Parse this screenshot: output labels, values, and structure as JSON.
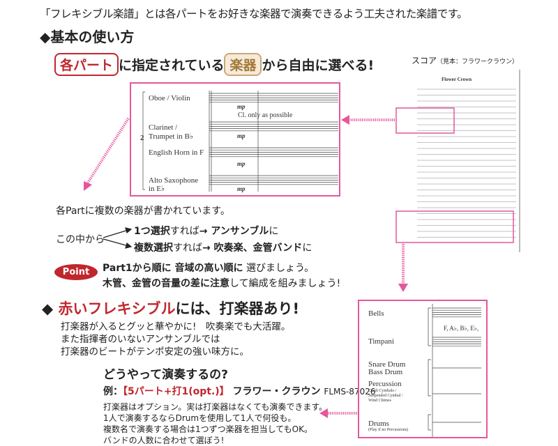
{
  "intro": "「フレキシブル楽譜」とは各パートをお好きな楽器で演奏できるよう工夫された楽譜です。",
  "basic": {
    "heading": "◆基本の使い方",
    "pill_part": "各パート",
    "text_mid": "に指定されている",
    "pill_instrument": "楽器",
    "text_end": "から自由に選べる!"
  },
  "score_label": {
    "main": "スコア",
    "note": "（見本：フラワークラウン）"
  },
  "score_excerpt": {
    "system_number": "2",
    "instruments": [
      "Oboe / Violin",
      "Clarinet /",
      "Trumpet in B♭",
      "English Horn in F",
      "Alto Saxophone",
      "in E♭"
    ],
    "annotation": "Cl. only as possible",
    "dynamic": "mp"
  },
  "thumbnail": {
    "title": "Flower Crown"
  },
  "explain": {
    "line1": "各Partに複数の楽器が書かれています。",
    "from": "この中から",
    "opt1_a": "1つ選択",
    "opt1_b": "すれば",
    "opt1_c": "→ アンサンブル",
    "opt1_d": "に",
    "opt2_a": "複数選択",
    "opt2_b": "すれば",
    "opt2_c": "→ 吹奏楽、金管バンド",
    "opt2_d": "に"
  },
  "point": {
    "badge": "Point",
    "line1_a": "Part1から順に 音域の高い順に",
    "line1_b": " 選びましょう。",
    "line2_a": "木管、金管の音量の差に注意",
    "line2_b": "して編成を組みましょう!"
  },
  "percussion": {
    "heading_diamond": "◆ ",
    "heading_red": "赤いフレキシブル",
    "heading_rest": "には、打楽器あり!",
    "para": [
      "打楽器が入るとグッと華やかに!　吹奏楽でも大活躍。",
      "また指揮者のいないアンサンブルでは",
      "打楽器のビートがテンポ安定の強い味方に。"
    ],
    "question": "どうやって演奏するの?",
    "example_label": "例：",
    "example_red": "【5パート+打1(opt.)】",
    "example_title": " フラワー・クラウン ",
    "example_code": "FLMS-87026",
    "notes": [
      "打楽器はオプション。実は打楽器はなくても演奏できます。",
      "1人で演奏するならDrumを使用して1人で何役も。",
      "複数名で演奏する場合は1つずつ楽器を担当してもOK。",
      "バンドの人数に合わせて選ぼう!"
    ]
  },
  "perc_score": {
    "instruments": [
      "Bells",
      "Timpani",
      "Snare Drum",
      "Bass Drum",
      "Percussion",
      "Crash Cymbals /",
      "Suspended Cymbal /",
      "Wind Chimes",
      "Drums",
      "(Play if no Percussions)"
    ],
    "tuning": "F, A♭, B♭, E♭,"
  },
  "colors": {
    "accent_red": "#c0272d",
    "pink": "#e4579c",
    "tan": "#c9a878"
  }
}
